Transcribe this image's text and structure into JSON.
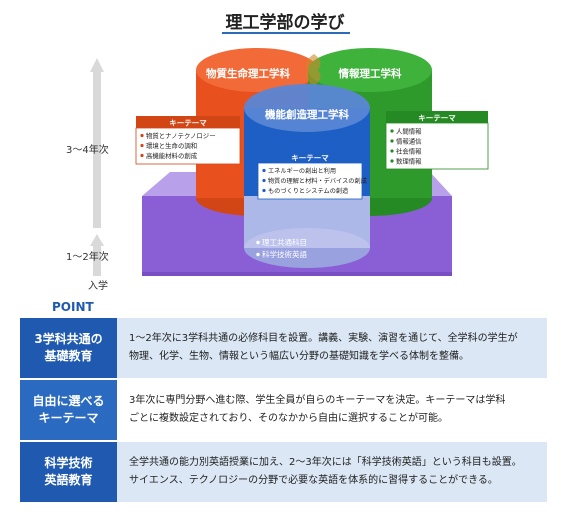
{
  "title": "理工学部の学び",
  "axis": {
    "upper": "3～4年次",
    "lower": "1～2年次",
    "entry": "入学"
  },
  "departments": {
    "material": {
      "name": "物質生命理工学科",
      "color": "#e8501e",
      "key_label": "キーテーマ",
      "themes": [
        "物質とナノテクノロジー",
        "環境と生命の調和",
        "高機能材料の創成"
      ]
    },
    "info": {
      "name": "情報理工学科",
      "color": "#2e9a2c",
      "key_label": "キーテーマ",
      "themes": [
        "人間情報",
        "情報通信",
        "社会情報",
        "数理情報"
      ]
    },
    "function": {
      "name": "機能創造理工学科",
      "color": "#1d5fc4",
      "key_label": "キーテーマ",
      "themes": [
        "エネルギーの創出と利用",
        "物質の理解と材料・デバイスの創成",
        "ものづくりとシステムの創造"
      ]
    }
  },
  "base": {
    "color": "#8a5fd6",
    "items": [
      "理工共通科目",
      "科学技術英語"
    ]
  },
  "point_label": "POINT",
  "points": [
    {
      "head_lines": [
        "3学科共通の",
        "基礎教育"
      ],
      "body_lines": [
        "1～2年次に3学科共通の必修科目を設置。講義、実験、演習を通じて、全学科の学生が",
        "物理、化学、生物、情報という幅広い分野の基礎知識を学べる体制を整備。"
      ]
    },
    {
      "head_lines": [
        "自由に選べる",
        "キーテーマ"
      ],
      "body_lines": [
        "3年次に専門分野へ進む際、学生全員が自らのキーテーマを決定。キーテーマは学科",
        "ごとに複数設定されており、そのなかから自由に選択することが可能。"
      ]
    },
    {
      "head_lines": [
        "科学技術",
        "英語教育"
      ],
      "body_lines": [
        "全学共通の能力別英語授業に加え、2～3年次には「科学技術英語」という科目も設置。",
        "サイエンス、テクノロジーの分野で必要な英語を体系的に習得することができる。"
      ]
    }
  ]
}
